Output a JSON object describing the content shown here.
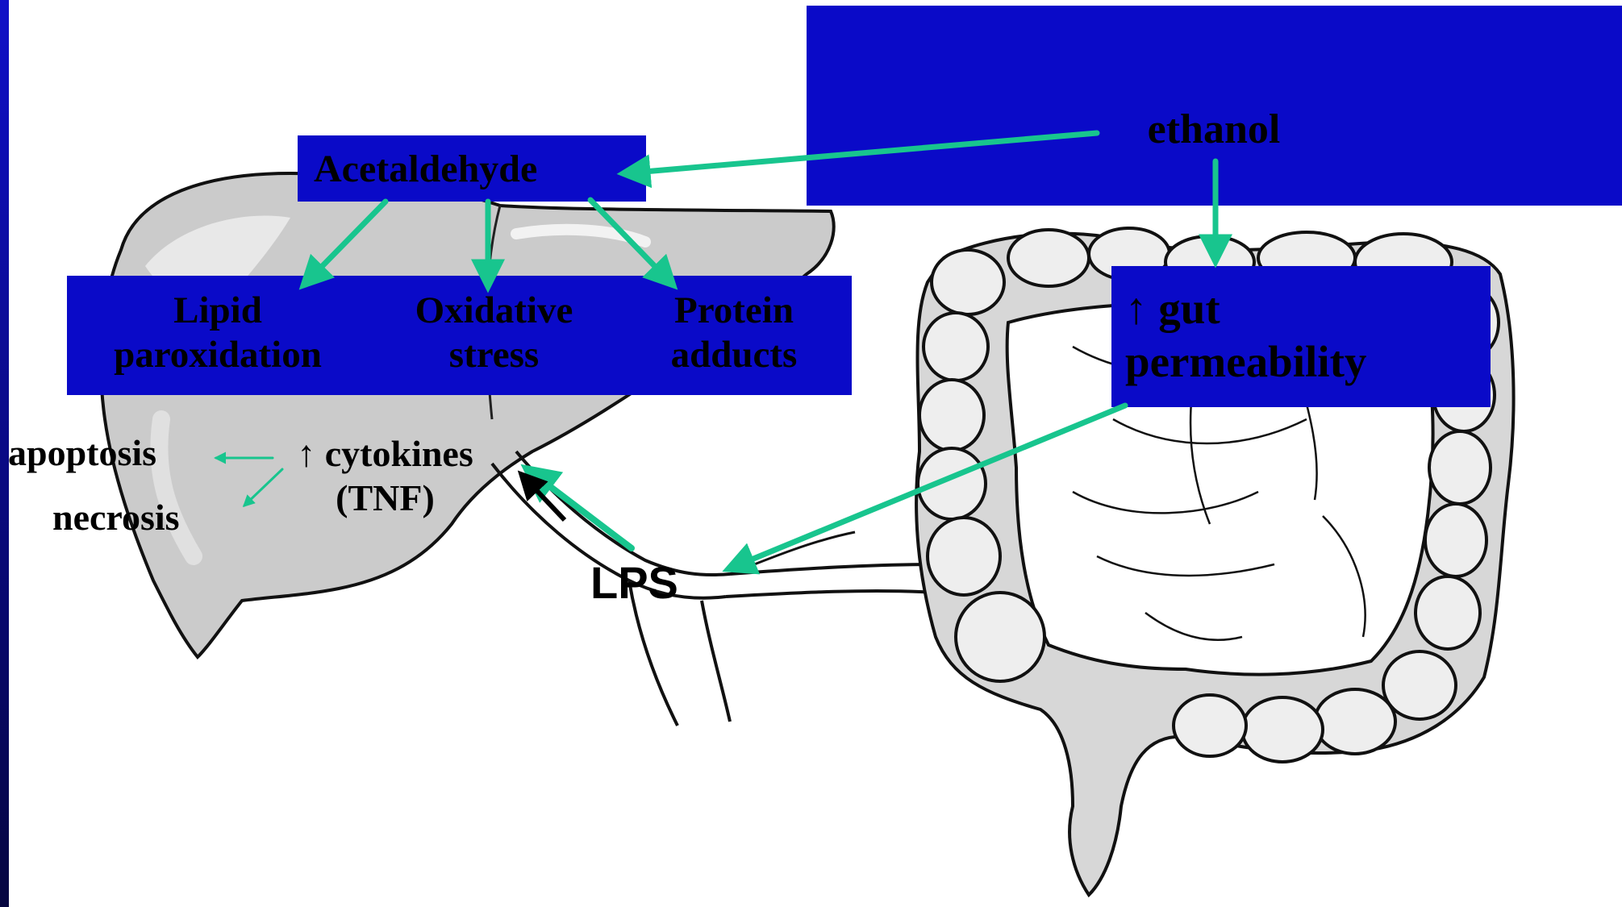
{
  "colors": {
    "box_fill": "#0a0ac8",
    "arrow": "#18c58e",
    "organ_fill": "#c9c9c9",
    "left_bar": "#1010c8"
  },
  "icons": [
    "liver-illustration",
    "colon-illustration",
    "portal-vein-illustration"
  ],
  "nodes": {
    "ethanol": "ethanol",
    "acetaldehyde": "Acetaldehyde",
    "lipid_line1": "Lipid",
    "lipid_line2": "paroxidation",
    "oxidative_line1": "Oxidative",
    "oxidative_line2": "stress",
    "protein_line1": "Protein",
    "protein_line2": "adducts",
    "gut_line1": "↑ gut",
    "gut_line2": "permeability",
    "cytokines_line1": "↑ cytokines",
    "cytokines_line2": "(TNF)",
    "apoptosis": "apoptosis",
    "necrosis": "necrosis",
    "lps": "LPS"
  }
}
